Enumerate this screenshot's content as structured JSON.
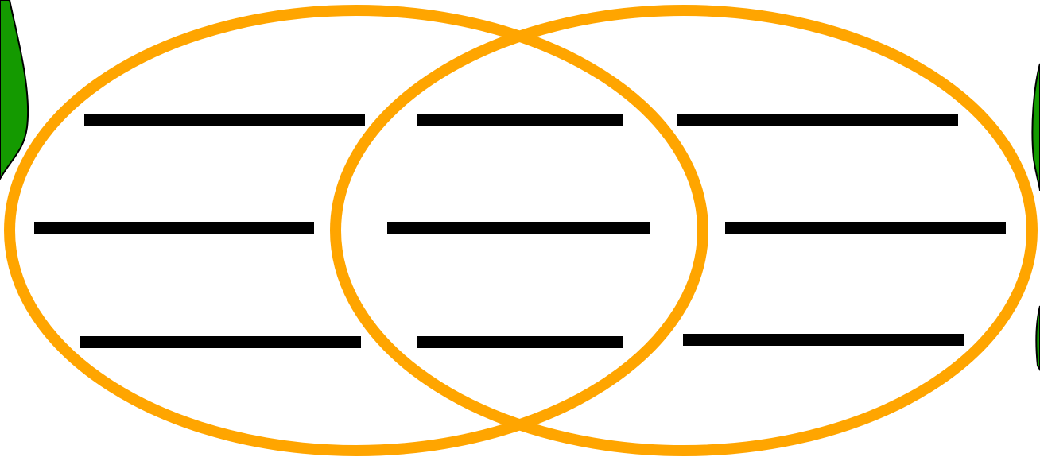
{
  "colors": {
    "background": "#ffffff",
    "ellipse_stroke": "#FFA500",
    "line_stroke": "#000000",
    "leaf_fill": "#149A00",
    "leaf_outline": "#000000"
  },
  "venn": {
    "circles": [
      {
        "name": "left-ellipse"
      },
      {
        "name": "right-ellipse"
      }
    ],
    "regions": [
      {
        "name": "left-only",
        "blank_lines": 3
      },
      {
        "name": "overlap",
        "blank_lines": 3
      },
      {
        "name": "right-only",
        "blank_lines": 3
      }
    ]
  },
  "decorations": {
    "left_leaf": {
      "icon": "leaf-icon"
    },
    "right_leaf": {
      "icon": "leaf-icon"
    }
  }
}
